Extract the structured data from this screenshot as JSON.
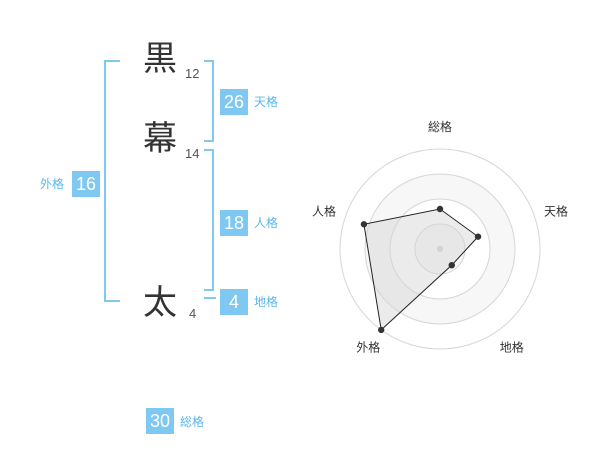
{
  "name_chars": [
    {
      "char": "黒",
      "strokes": "12"
    },
    {
      "char": "幕",
      "strokes": "14"
    },
    {
      "char": "太",
      "strokes": "4"
    }
  ],
  "fortunes": {
    "tenkaku": {
      "value": "26",
      "label": "天格"
    },
    "jinkaku": {
      "value": "18",
      "label": "人格"
    },
    "chikaku": {
      "value": "4",
      "label": "地格"
    },
    "gaikaku": {
      "value": "16",
      "label": "外格"
    },
    "soukaku": {
      "value": "30",
      "label": "総格"
    }
  },
  "colors": {
    "accent": "#7fc8f2",
    "accent_text": "#5bb6ea"
  },
  "chart_data": {
    "type": "radar",
    "axes": [
      "総格",
      "天格",
      "地格",
      "外格",
      "人格"
    ],
    "values": [
      2,
      2,
      1,
      5,
      4
    ],
    "rmax": 5,
    "rings": 4
  }
}
